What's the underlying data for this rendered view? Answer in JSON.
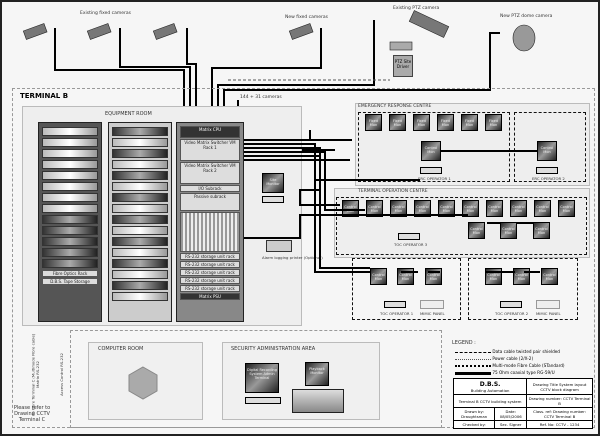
{
  "cameras": {
    "existing_fixed": "Existing fixed cameras",
    "new_fixed": "New fixed cameras",
    "existing_ptz": "Existing PTZ camera",
    "new_ptz": "New PTZ dome camera",
    "ptz_driver": "PTZ Site Driver",
    "count_note": "144 + 31 cameras"
  },
  "terminal": "TERMINAL B",
  "equipment_room": {
    "title": "EQUIPMENT ROOM",
    "fibre_optic": "Fibre Optics Rack",
    "tape": "D.B.S. Tape Storage",
    "matrix_top": "Matrix CPU",
    "switcher1": "Video Matrix Switcher VM Rack 1",
    "switcher2": "Video Matrix Switcher VM Rack 2",
    "alarm": "I/O Subrack",
    "patch": "Passive subrack",
    "storage": [
      "RS-232 storage unit rack",
      "RS-232 storage unit rack",
      "RS-232 storage unit rack",
      "RS-232 storage unit rack",
      "RS-232 storage unit rack"
    ],
    "matrix_bottom": "Matrix PSU",
    "printer": "Alarm logging printer (Optional)",
    "control": "Site Monitor"
  },
  "erc": {
    "title": "EMERGENCY RESPONSE CENTRE",
    "fixed": "Fixed Mon",
    "control": "Control Mon",
    "op1": "ERC OPERATOR 1",
    "op2": "ERC OPERATOR 2"
  },
  "toc": {
    "title": "TERMINAL OPERATION CENTRE",
    "op": "TOC OPERATOR 3",
    "op1": "TOC OPERATOR 1",
    "op2": "TOC OPERATOR 2",
    "panel": "MIMIC PANEL"
  },
  "computer_room": "COMPUTER ROOM",
  "security_admin": {
    "title": "SECURITY ADMINISTRATION AREA",
    "workstation": "Digital Recording System Admin Terminal",
    "monitor": "Playback Monitor"
  },
  "left_note": {
    "a": "To Fibre Terminal C (Multimode Fibre cable)",
    "b": "Matrix RS-232",
    "c": "Access Control RS-232",
    "refer": "Please refer to Drawing CCTV Terminal C"
  },
  "legend": {
    "title": "LEGEND :",
    "items": [
      "Data cable twisted pair shielded",
      "Power cable (2/X-2)",
      "Multi-mode Fibre Cable (STandard)",
      "75 Ohm coaxial type RG-59/U"
    ]
  },
  "titleblock": {
    "logo": "D.B.S.",
    "company": "Building Automation",
    "drawing_title": "Drawing Title System layout CCTV block diagram",
    "project": "Terminal B CCTV building system",
    "drawing_number": "Drawing number: CCTV Terminal B",
    "drawn": "Drawn by: Draughtsman",
    "date": "Date: 08/05/2006",
    "checked": "Checked by:",
    "sign": "Sec. Signer",
    "ref": "Ref. No: CCTV - 1234",
    "file": "Class. ref: Drawing number: CCTV Terminal B"
  }
}
